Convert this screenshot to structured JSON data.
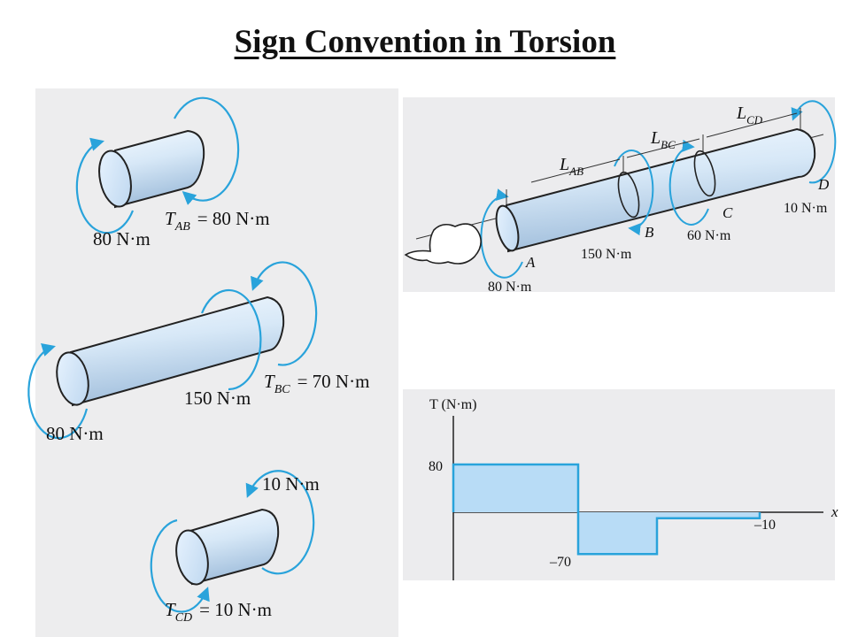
{
  "title": "Sign Convention in Torsion",
  "colors": {
    "arrow": "#29a3db",
    "shaft_light": "#e4f0fb",
    "shaft_dark": "#a8c5e2",
    "fill": "#b8dcf6",
    "step": "#29a3db"
  },
  "diagrams": {
    "ab": {
      "torque_left": "80 N·m",
      "label_sym": "T",
      "label_sub": "AB",
      "label_val": "= 80 N·m"
    },
    "bc": {
      "torque_left": "80 N·m",
      "torque_right": "150 N·m",
      "label_sym": "T",
      "label_sub": "BC",
      "label_val": "= 70 N·m"
    },
    "cd": {
      "torque_right": "10 N·m",
      "label_sym": "T",
      "label_sub": "CD",
      "label_val": "= 10 N·m"
    }
  },
  "shaft": {
    "dims": [
      {
        "sym": "L",
        "sub": "AB"
      },
      {
        "sym": "L",
        "sub": "BC"
      },
      {
        "sym": "L",
        "sub": "CD"
      }
    ],
    "points": [
      {
        "letter": "A",
        "torque": "80 N·m"
      },
      {
        "letter": "B",
        "torque": "150 N·m"
      },
      {
        "letter": "C",
        "torque": "60 N·m"
      },
      {
        "letter": "D",
        "torque": "10 N·m"
      }
    ]
  },
  "chart_data": {
    "type": "area",
    "ylabel": "T (N·m)",
    "xlabel": "x",
    "segments": [
      {
        "segment": "AB",
        "T": 80
      },
      {
        "segment": "BC",
        "T": -70
      },
      {
        "segment": "CD",
        "T": -10
      }
    ],
    "labels": [
      "80",
      "–70",
      "–10"
    ]
  }
}
